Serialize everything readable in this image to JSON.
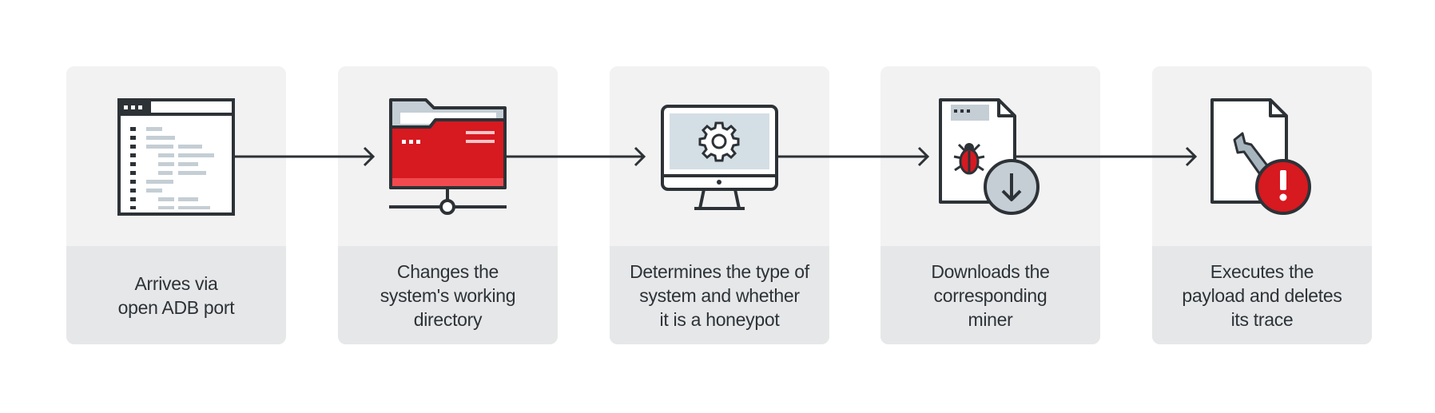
{
  "colors": {
    "card_top": "#f2f2f2",
    "card_bottom": "#e6e7e8",
    "stroke": "#2d3237",
    "accent_red": "#d71920",
    "light_gray": "#c4ced4",
    "text": "#2d3237"
  },
  "steps": [
    {
      "label": "Arrives via\nopen ADB port",
      "icon": "terminal-window-icon"
    },
    {
      "label": "Changes the\nsystem's working\ndirectory",
      "icon": "network-folder-icon"
    },
    {
      "label": "Determines the type of\nsystem and whether\nit is a honeypot",
      "icon": "monitor-gear-icon"
    },
    {
      "label": "Downloads the\ncorresponding\nminer",
      "icon": "bug-file-download-icon"
    },
    {
      "label": "Executes the\npayload and deletes\nits trace",
      "icon": "file-alert-icon"
    }
  ]
}
